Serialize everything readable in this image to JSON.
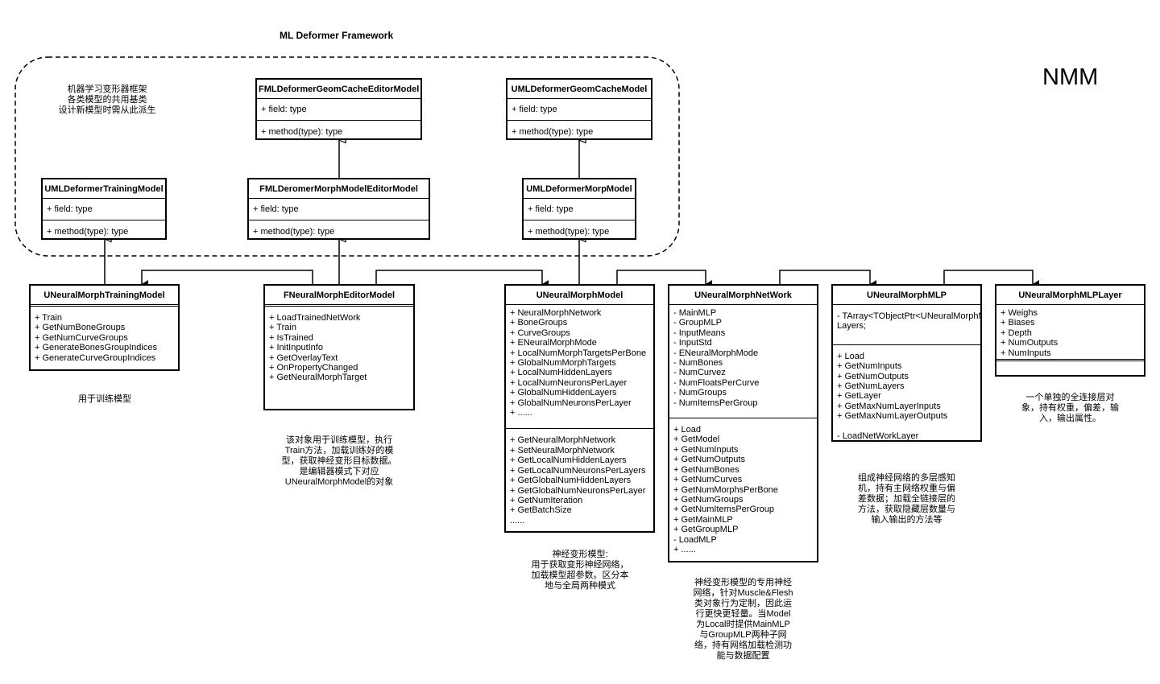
{
  "frame": {
    "title": "ML Deformer Framework",
    "note": "机器学习变形器框架\n各类模型的共用基类\n设计新模型时需从此派生"
  },
  "nmm_label": "NMM",
  "classes": {
    "geom_cache_editor": {
      "name": "FMLDeformerGeomCacheEditorModel",
      "attrs": "+ field: type",
      "ops": "+ method(type): type"
    },
    "geom_cache": {
      "name": "UMLDeformerGeomCacheModel",
      "attrs": "+ field: type",
      "ops": "+ method(type): type"
    },
    "training": {
      "name": "UMLDeformerTrainingModel",
      "attrs": "+ field: type",
      "ops": "+ method(type): type"
    },
    "morph_editor": {
      "name": "FMLDeromerMorphModelEditorModel",
      "attrs": "+ field: type",
      "ops": "+ method(type): type"
    },
    "morph_model": {
      "name": "UMLDeformerMorpModel",
      "attrs": "+ field: type",
      "ops": "+ method(type): type"
    },
    "neural_training": {
      "name": "UNeuralMorphTrainingModel",
      "ops": "+ Train\n+ GetNumBoneGroups\n+ GetNumCurveGroups\n+ GenerateBonesGroupIndices\n+ GenerateCurveGroupIndices"
    },
    "neural_editor": {
      "name": "FNeuralMorphEditorModel",
      "ops": "+ LoadTrainedNetWork\n+ Train\n+ IsTrained\n+ InitInputInfo\n+ GetOverlayText\n+ OnPropertyChanged\n+ GetNeuralMorphTarget"
    },
    "neural_model": {
      "name": "UNeuralMorphModel",
      "attrs": "+ NeuralMorphNetwork\n+ BoneGroups\n+ CurveGroups\n+ ENeuralMorphMode\n+ LocalNumMorphTargetsPerBone\n+ GlobalNumMorphTargets\n+ LocalNumHiddenLayers\n+ LocalNumNeuronsPerLayer\n+ GlobalNumHiddenLayers\n+ GlobalNumNeuronsPerLayer\n+ ......",
      "ops": "+ GetNeuralMorphNetwork\n+ SetNeuralMorphNetwork\n+ GetLocalNumHiddenLayers\n+ GetLocalNumNeuronsPerLayers\n+ GetGlobalNumHiddenLayers\n+ GetGlobalNumNeuronsPerLayer\n+ GetNumIteration\n+ GetBatchSize\n......"
    },
    "neural_network": {
      "name": "UNeuralMorphNetWork",
      "attrs": "- MainMLP\n- GroupMLP\n- InputMeans\n- InputStd\n- ENeuralMorphMode\n- NumBones\n- NumCurvez\n- NumFloatsPerCurve\n- NumGroups\n- NumItemsPerGroup",
      "ops": "+ Load\n+ GetModel\n+ GetNumInputs\n+ GetNumOutputs\n+ GetNumBones\n+ GetNumCurves\n+ GetNumMorphsPerBone\n+ GetNumGroups\n+ GetNumItemsPerGroup\n+ GetMainMLP\n+ GetGroupMLP\n- LoadMLP\n+ ......"
    },
    "neural_mlp": {
      "name": "UNeuralMorphMLP",
      "attrs": "- TArray<TObjectPtr<UNeuralMorphM\nLayers;",
      "ops": "+ Load\n+ GetNumInputs\n+ GetNumOutputs\n+ GetNumLayers\n+ GetLayer\n+ GetMaxNumLayerInputs\n+ GetMaxNumLayerOutputs\n\n- LoadNetWorkLayer"
    },
    "neural_mlp_layer": {
      "name": "UNeuralMorphMLPLayer",
      "attrs": "+ Weighs\n+ Biases\n+ Depth\n+ NumOutputs\n+ NumInputs"
    }
  },
  "notes": {
    "training": "用于训练模型",
    "editor": "该对象用于训练模型，执行\nTrain方法，加载训练好的模\n型，获取神经变形目标数据。\n是编辑器模式下对应\nUNeuralMorphModel的对象",
    "model": "神经变形模型:\n用于获取变形神经网络，\n加载模型超参数。区分本\n地与全局两种模式",
    "network": "神经变形模型的专用神经\n网络，针对Muscle&Flesh\n类对象行为定制，因此运\n行更快更轻量。当Model\n为Local时提供MainMLP\n与GroupMLP两种子网\n络，持有网络加载检测功\n能与数据配置",
    "mlp": "组成神经网络的多层感知\n机，持有主网络权重与偏\n差数据；加载全链接层的\n方法，获取隐藏层数量与\n输入输出的方法等",
    "layer": "一个单独的全连接层对\n象，持有权重，偏差，输\n入，输出属性。"
  }
}
